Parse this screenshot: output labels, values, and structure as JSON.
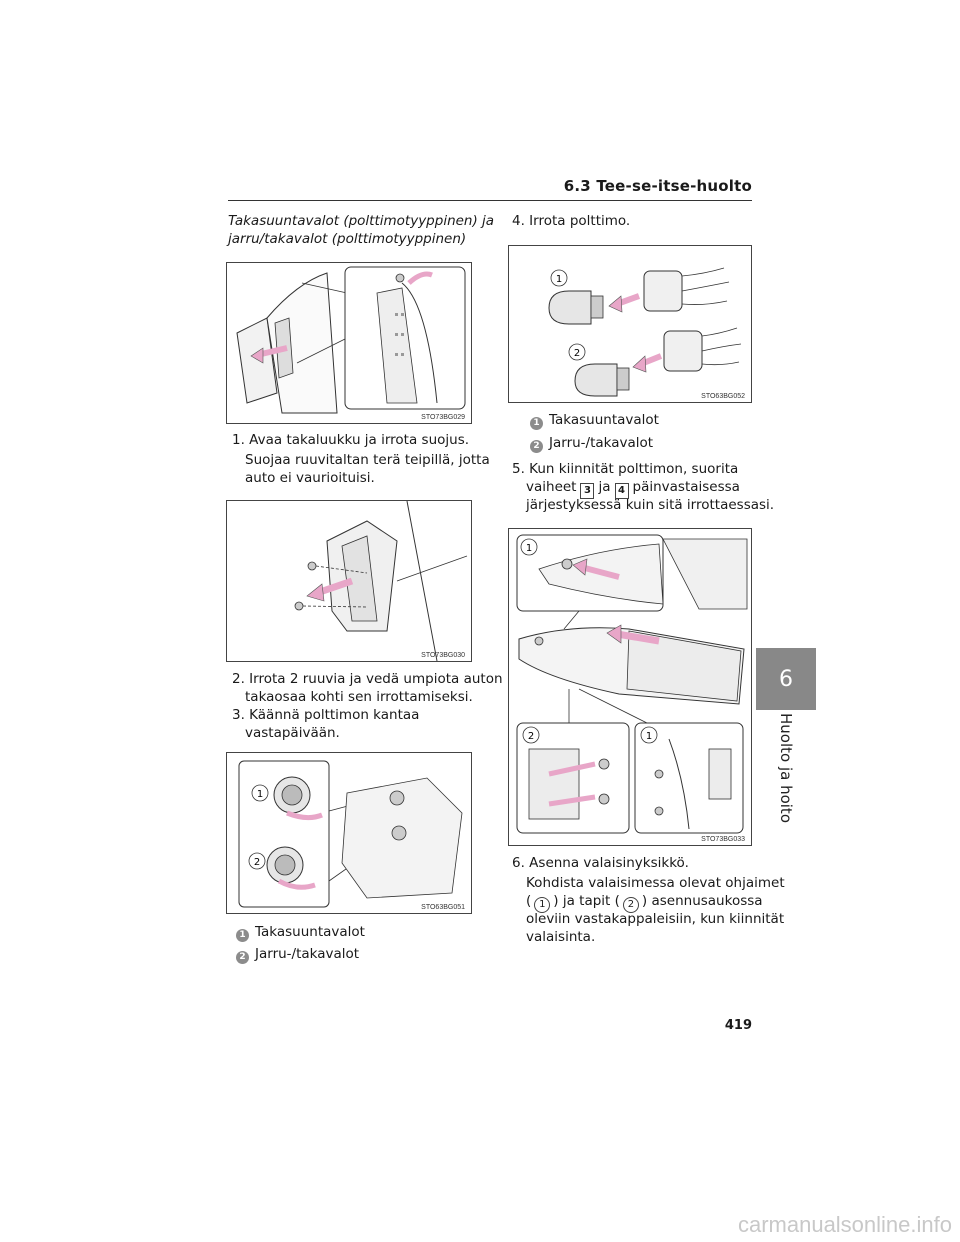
{
  "header": {
    "section_title": "6.3 Tee-se-itse-huolto"
  },
  "chapter": {
    "number": "6",
    "label": "Huolto ja hoito"
  },
  "page_number": "419",
  "watermark": "carmanualsonline.info",
  "left": {
    "subtitle_line1": "Takasuuntavalot (polttimotyyppinen) ja",
    "subtitle_line2": "jarru/takavalot (polttimotyyppinen)",
    "fig1_code": "STO73BG029",
    "step1": "1. Avaa takaluukku ja irrota suojus.",
    "step1_note_line1": "Suojaa ruuvitaltan terä teipillä, jotta",
    "step1_note_line2": "auto ei vaurioituisi.",
    "fig2_code": "STO73BG030",
    "step2_line1": "2. Irrota 2 ruuvia ja vedä umpiota auton",
    "step2_line2": "takaosaa kohti sen irrottamiseksi.",
    "step3_line1": "3. Käännä polttimon kantaa",
    "step3_line2": "vastapäivään.",
    "fig3_code": "STO63BG051",
    "legend": [
      {
        "num": "1",
        "text": "Takasuuntavalot"
      },
      {
        "num": "2",
        "text": "Jarru-/takavalot"
      }
    ]
  },
  "right": {
    "step4": "4. Irrota polttimo.",
    "fig4_code": "STO63BG052",
    "legend": [
      {
        "num": "1",
        "text": "Takasuuntavalot"
      },
      {
        "num": "2",
        "text": "Jarru-/takavalot"
      }
    ],
    "step5_a": "5. Kun kiinnität polttimon, suorita",
    "step5_b": "vaiheet",
    "step5_box1": "3",
    "step5_ja": "ja",
    "step5_box2": "4",
    "step5_c": "päinvastaisessa",
    "step5_line3": "järjestyksessä kuin sitä irrottaessasi.",
    "fig5_code": "STO73BG033",
    "step6": "6. Asenna valaisinyksikkö.",
    "step6_note_line1": "Kohdista valaisimessa olevat ohjaimet",
    "step6_note_open": "(",
    "step6_note_c1": "1",
    "step6_note_mid": ") ja tapit (",
    "step6_note_c2": "2",
    "step6_note_end": ") asennusaukossa",
    "step6_note_line3": "oleviin vastakappaleisiin, kun kiinnität",
    "step6_note_line4": "valaisinta."
  },
  "figure_labels": {
    "one": "1",
    "two": "2"
  },
  "colors": {
    "arrow": "#e8a6c8",
    "tab": "#888888"
  }
}
